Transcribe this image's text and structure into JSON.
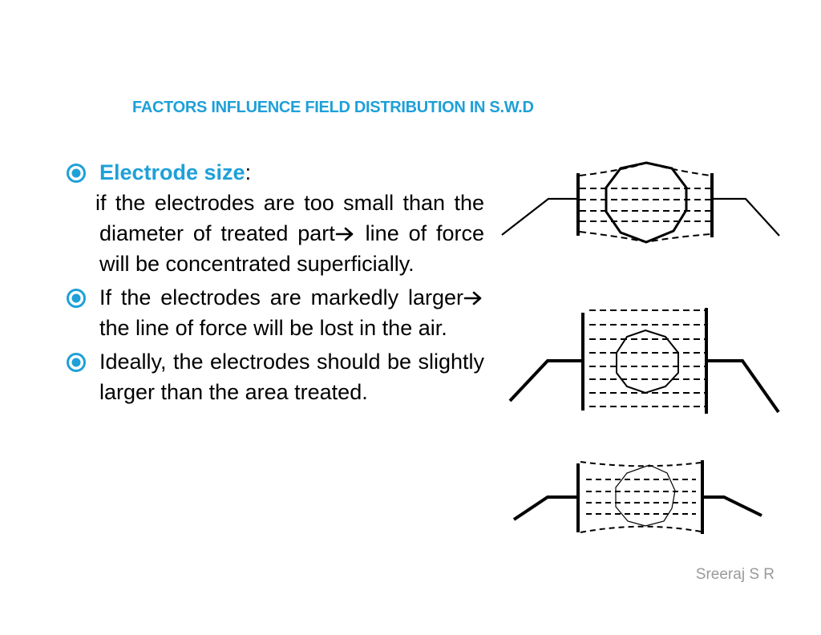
{
  "slide": {
    "title": "FACTORS INFLUENCE FIELD DISTRIBUTION IN S.W.D",
    "author": "Sreeraj S R"
  },
  "bullets": [
    {
      "heading": "Electrode size",
      "heading_suffix": ":",
      "sub_text_before_arrow": "if the electrodes are too small than the diameter of treated part",
      "sub_text_after_arrow": " line of force will be concentrated superficially."
    },
    {
      "text_before_arrow": "If the electrodes are markedly larger",
      "text_after_arrow": " the line of force will be lost in the air."
    },
    {
      "text": "Ideally, the electrodes should be slightly larger than the area treated."
    }
  ],
  "icons": {
    "bullet": "circled-dot-icon",
    "arrow": "right-arrow-icon"
  },
  "colors": {
    "accent": "#1ea0d8",
    "text": "#000000",
    "author": "#9a9a9a"
  }
}
